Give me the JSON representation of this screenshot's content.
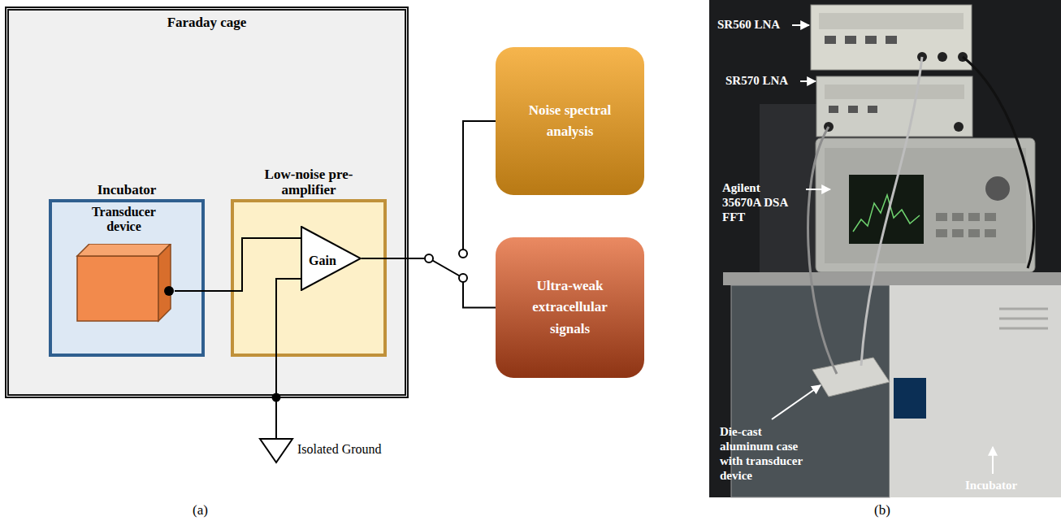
{
  "diagram": {
    "nodes": [
      {
        "text": [
          "Faraday cage"
        ]
      },
      {
        "text": [
          "Incubator"
        ],
        "in": 0
      },
      {
        "text": [
          "Transducer device"
        ],
        "in": 1
      },
      {
        "text": [
          "Low-noise pre-amplifier"
        ],
        "in": 0
      },
      {
        "text": [
          "Gain"
        ],
        "in": 3
      },
      {
        "text": [
          "Noise spectral analysis"
        ]
      },
      {
        "text": [
          "Ultra-weak extracellular signals"
        ]
      }
    ],
    "edges": [
      {
        "from": 2,
        "to": 4,
        "arrow": "none"
      },
      {
        "from": 4,
        "to": 5,
        "arrow": "none"
      },
      {
        "from": 4,
        "to": 6,
        "arrow": "none"
      }
    ],
    "labels": [
      "Isolated Ground",
      "(a)",
      "SR560 LNA",
      "SR570 LNA",
      "Agilent 35670A DSA FFT",
      "Die-cast aluminum case with transducer device",
      "Incubator",
      "(b)"
    ]
  }
}
